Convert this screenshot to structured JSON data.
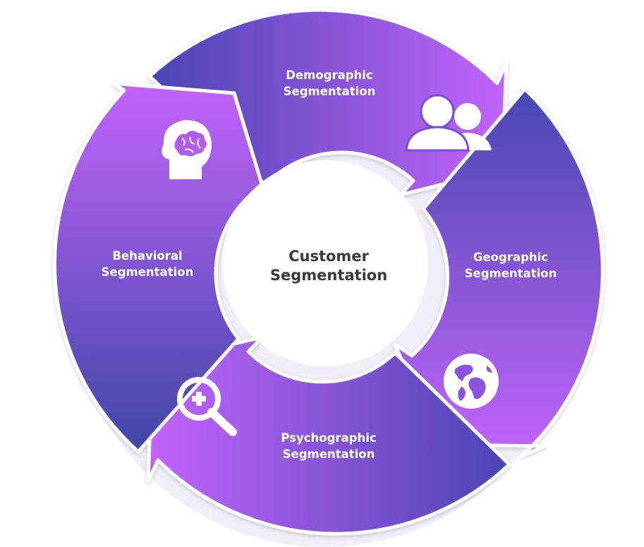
{
  "center": {
    "line1": "Customer",
    "line2": "Segmentation"
  },
  "segments": {
    "demographic": {
      "line1": "Demographic",
      "line2": "Segmentation",
      "icon": "people-icon"
    },
    "geographic": {
      "line1": "Geographic",
      "line2": "Segmentation",
      "icon": "globe-icon"
    },
    "psychographic": {
      "line1": "Psychographic",
      "line2": "Segmentation",
      "icon": "magnifier-plus-icon"
    },
    "behavioral": {
      "line1": "Behavioral",
      "line2": "Segmentation",
      "icon": "brain-head-icon"
    }
  },
  "colors": {
    "ring_dark": "#3a3f9c",
    "ring_mid": "#7a45d0",
    "arrow_light": "#bd5cf7",
    "arrow_mid": "#8a4ee0",
    "center_fill": "#ffffff",
    "center_text": "#3a3a3a"
  }
}
